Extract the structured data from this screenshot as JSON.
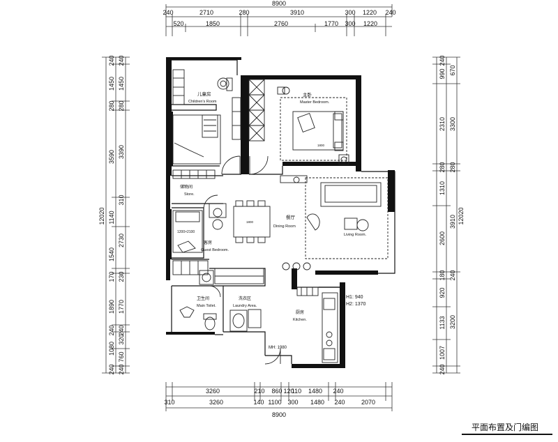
{
  "title": "平面布置及门编图",
  "dims": {
    "top_total": "8900",
    "top_row1": [
      "240",
      "2710",
      "280",
      "3910",
      "300",
      "1220",
      "240"
    ],
    "top_row2": [
      "520",
      "1850",
      "2760",
      "1770",
      "300",
      "1220"
    ],
    "bottom_total": "8900",
    "bottom_row1": [
      "3260",
      "210",
      "860",
      "120",
      "110",
      "1480",
      "240"
    ],
    "bottom_row2": [
      "310",
      "3260",
      "140",
      "1100",
      "300",
      "1480",
      "240",
      "2070"
    ],
    "left_total": "12020",
    "left_row1": [
      "240",
      "1450",
      "280",
      "3590",
      "1140",
      "1540",
      "170",
      "1890",
      "240",
      "1080",
      "240"
    ],
    "left_row2": [
      "240",
      "1450",
      "280",
      "3390",
      "310",
      "2730",
      "230",
      "1770",
      "240",
      "320",
      "760",
      "240"
    ],
    "right_total": "12020",
    "right_row1": [
      "240",
      "990",
      "2310",
      "280",
      "1310",
      "2600",
      "180",
      "920",
      "1133",
      "1007",
      "240"
    ],
    "right_row2": [
      "670",
      "3300",
      "280",
      "3910",
      "240",
      "3200"
    ]
  },
  "rooms": {
    "children_cn": "儿童房",
    "children_en": "Children's Room",
    "master_cn": "主卧",
    "master_en": "Master Bedroom.",
    "store_cn": "储物间",
    "store_en": "Store.",
    "dining_cn": "餐厅",
    "dining_en": "Dining Room",
    "living_en": "Living Room.",
    "guest_cn": "客房",
    "guest_en": "Guest Bedroom.",
    "bath_cn": "卫生间",
    "bath_en": "Main Toilet.",
    "laundry_cn": "洗衣区",
    "laundry_en": "Laundry Area.",
    "kitchen_cn": "厨房",
    "kitchen_en": "Kitchen."
  },
  "notes": {
    "bed_guest": "1200×2100",
    "bed_master": "1800",
    "table": "1800",
    "h1": "H1: 940",
    "h2": "H2: 1370",
    "mh": "MH: 1980"
  }
}
